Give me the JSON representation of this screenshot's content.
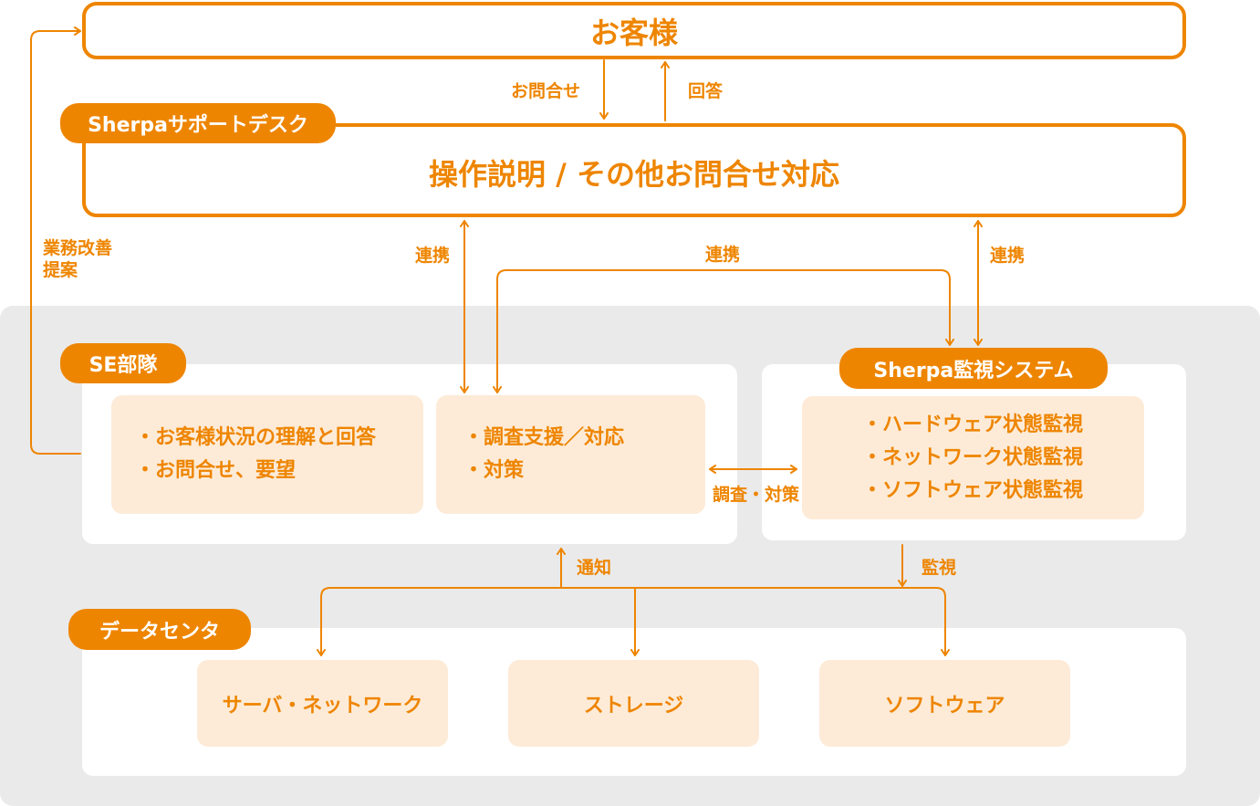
{
  "customer": {
    "title": "お客様"
  },
  "support_desk": {
    "pill": "Sherpaサポートデスク",
    "title": "操作説明 / その他お問合せ対応"
  },
  "flow_labels": {
    "inquiry": "お問合せ",
    "answer": "回答",
    "link_left": "連携",
    "link_middle": "連携",
    "link_right": "連携",
    "improvement": [
      "業務改善",
      "提案"
    ],
    "investigation": "調査・対策",
    "notify": "通知",
    "monitor": "監視"
  },
  "se_team": {
    "pill": "SE部隊",
    "box1": [
      "・お客様状況の理解と回答",
      "・お問合せ、要望"
    ],
    "box2": [
      "・調査支援／対応",
      "・対策"
    ]
  },
  "monitoring": {
    "pill": "Sherpa監視システム",
    "items": [
      "・ハードウェア状態監視",
      "・ネットワーク状態監視",
      "・ソフトウェア状態監視"
    ]
  },
  "datacenter": {
    "pill": "データセンタ",
    "boxes": [
      "サーバ・ネットワーク",
      "ストレージ",
      "ソフトウェア"
    ]
  },
  "colors": {
    "accent": "#ee8500",
    "cream": "#fdebd8",
    "panel_bg": "#eaeaea"
  }
}
